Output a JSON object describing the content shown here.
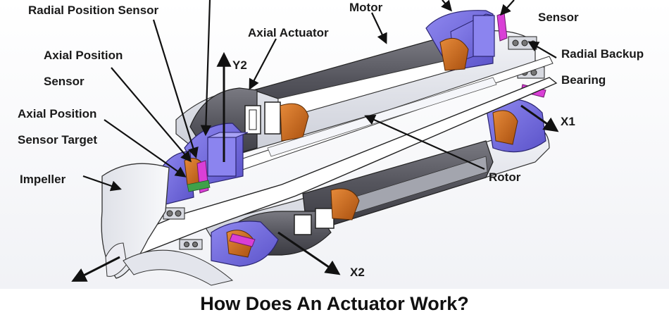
{
  "labels": {
    "radial_position_sensor": "Radial Position Sensor",
    "axial_position_sensor_line1": "Axial Position",
    "axial_position_sensor_line2": "Sensor",
    "axial_position_sensor_target_line1": "Axial Position",
    "axial_position_sensor_target_line2": "Sensor Target",
    "impeller": "Impeller",
    "axial_actuator": "Axial Actuator",
    "motor": "Motor",
    "sensor": "Sensor",
    "radial_backup_bearing_line1": "Radial Backup",
    "radial_backup_bearing_line2": "Bearing",
    "rotor": "Rotor",
    "axis_y2": "Y2",
    "axis_x1": "X1",
    "axis_x2": "X2"
  },
  "caption": "How Does An Actuator Work?",
  "colors": {
    "stator_gray": "#56565e",
    "housing_light": "#e9ebf1",
    "coil_blue": "#7b73e6",
    "winding_orange": "#cf6a1a",
    "sensor_magenta": "#d93fd6",
    "shaft_white": "#ffffff"
  }
}
